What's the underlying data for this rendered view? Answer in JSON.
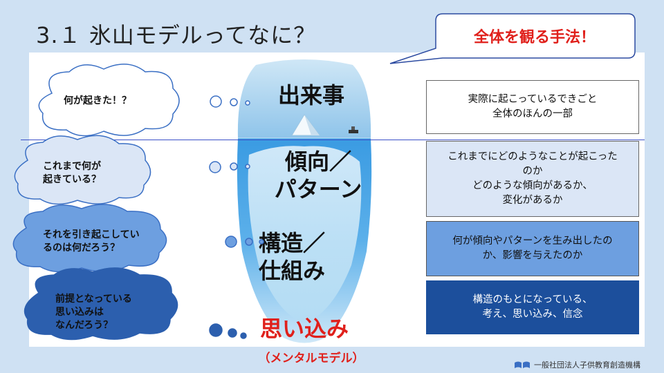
{
  "title": "3.１ 氷山モデルってなに？",
  "callout": "全体を観る手法！",
  "layers": {
    "events": "出来事",
    "patterns_line1": "傾向／",
    "patterns_line2": "パターン",
    "structures_line1": "構造／",
    "structures_line2": "仕組み",
    "mental_models": "思い込み",
    "mental_models_sub": "（メンタルモデル）"
  },
  "thoughts": {
    "t1": "何が起きた！？",
    "t2_line1": "これまで何が",
    "t2_line2": "起きている？",
    "t3_line1": "それを引き起こしてい",
    "t3_line2": "るのは何だろう？",
    "t4_line1": "前提となっている",
    "t4_line2": "思い込みは",
    "t4_line3": "なんだろう？"
  },
  "boxes": {
    "b1_line1": "実際に起こっているできごと",
    "b1_line2": "全体のほんの一部",
    "b2_line1": "これまでにどのようなことが起こった",
    "b2_line2": "のか",
    "b2_line3": "どのような傾向があるか、",
    "b2_line4": "変化があるか",
    "b3_line1": "何が傾向やパターンを生み出したの",
    "b3_line2": "か、影響を与えたのか",
    "b4_line1": "構造のもとになっている、",
    "b4_line2": "考え、思い込み、信念"
  },
  "logo": "一般社団法人子供教育創造機構",
  "colors": {
    "background": "#cfe1f3",
    "accent_red": "#e0201b",
    "box_dark": "#1c4f9c",
    "box_mid": "#6d9fe0",
    "box_light": "#dbe6f6"
  }
}
